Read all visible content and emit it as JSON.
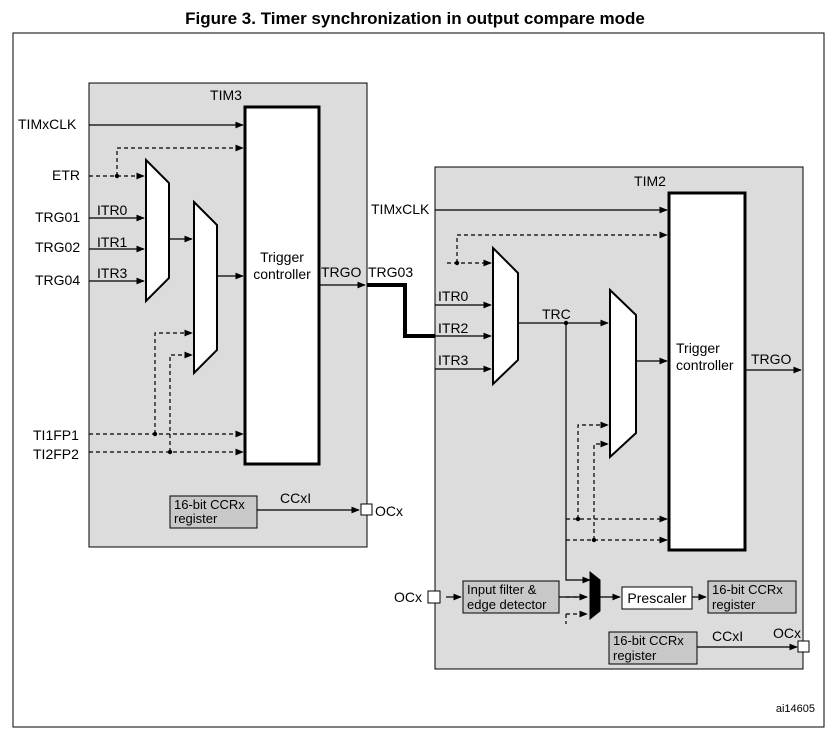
{
  "figure": {
    "title": "Figure 3. Timer synchronization in output compare mode",
    "ref": "ai14605"
  },
  "tim3": {
    "name": "TIM3",
    "inputs": {
      "timxclk": "TIMxCLK",
      "etr": "ETR",
      "trg01": "TRG01",
      "trg02": "TRG02",
      "trg04": "TRG04",
      "ti1fp1": "TI1FP1",
      "ti2fp2": "TI2FP2"
    },
    "itr": [
      "ITR0",
      "ITR1",
      "ITR3"
    ],
    "trigger_controller": [
      "Trigger",
      "controller"
    ],
    "trgo": "TRGO",
    "ccr_register": [
      "16-bit CCRx",
      "register"
    ],
    "ccxi": "CCxI",
    "ocx": "OCx"
  },
  "link_label": "TRG03",
  "tim2": {
    "name": "TIM2",
    "timxclk": "TIMxCLK",
    "itr": [
      "ITR0",
      "ITR2",
      "ITR3"
    ],
    "trc": "TRC",
    "trigger_controller": [
      "Trigger",
      "controller"
    ],
    "trgo": "TRGO",
    "ocx_in": "OCx",
    "input_filter": [
      "Input filter &",
      "edge detector"
    ],
    "prescaler": "Prescaler",
    "ccr_register_a": [
      "16-bit CCRx",
      "register"
    ],
    "ccr_register_b": [
      "16-bit CCRx",
      "register"
    ],
    "ccxi": "CCxI",
    "ocx_out": "OCx"
  },
  "colors": {
    "block_fill": "#dcdcdc",
    "register_fill": "#c8c8c8",
    "line": "#000000"
  }
}
